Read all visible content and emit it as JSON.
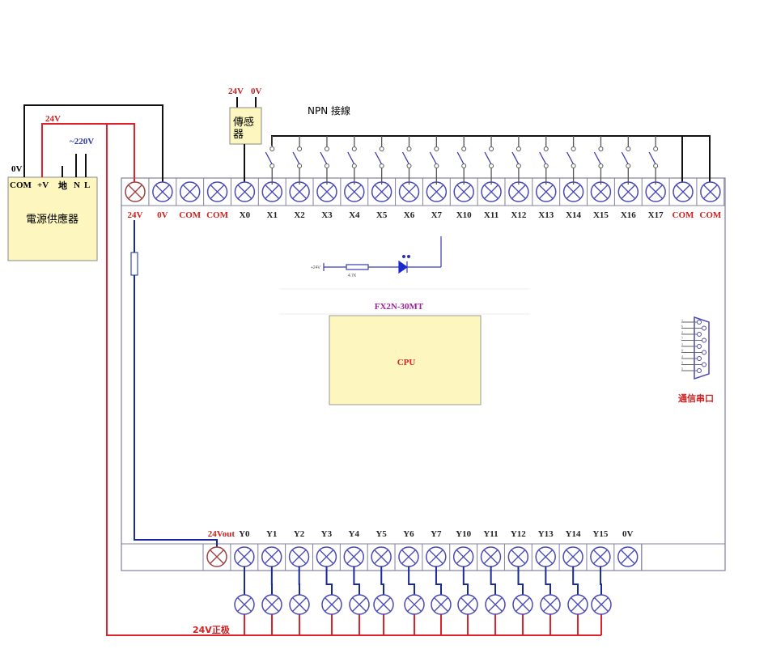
{
  "colors": {
    "wire_black": "#111111",
    "wire_red": "#e0202a",
    "wire_blue": "#1a2a9a",
    "terminal_blue": "#4a4ab8",
    "terminal_red": "#a04040",
    "label_red": "#d02020",
    "model_purple": "#a020a0",
    "box_fill": "#fdf7bf"
  },
  "power_supply": {
    "title": "電源供應器",
    "terminals": [
      "COM",
      "+V",
      "地",
      "N",
      "L"
    ],
    "ov_label": "0V",
    "v24_label": "24V",
    "ac_label": "~220V"
  },
  "sensor": {
    "title": "傳感器",
    "top_labels": [
      "24V",
      "0V"
    ]
  },
  "npn_label": "NPN 接線",
  "input_terminals": [
    "24V",
    "0V",
    "COM",
    "COM",
    "X0",
    "X1",
    "X2",
    "X3",
    "X4",
    "X5",
    "X6",
    "X7",
    "X10",
    "X11",
    "X12",
    "X13",
    "X14",
    "X15",
    "X16",
    "X17",
    "COM",
    "COM"
  ],
  "output_terminals": [
    "24Vout",
    "Y0",
    "Y1",
    "Y2",
    "Y3",
    "Y4",
    "Y5",
    "Y6",
    "Y7",
    "Y10",
    "Y11",
    "Y12",
    "Y13",
    "Y14",
    "Y15",
    "0V"
  ],
  "led_circuit": {
    "supply": "+24V",
    "resistor": "4.7K"
  },
  "model": "FX2N-30MT",
  "cpu_label": "CPU",
  "serial_port": {
    "label": "通信串口",
    "pins": [
      "1",
      "6",
      "2",
      "7",
      "3",
      "8",
      "4",
      "9",
      "5"
    ]
  },
  "bus_label": "24V正极"
}
